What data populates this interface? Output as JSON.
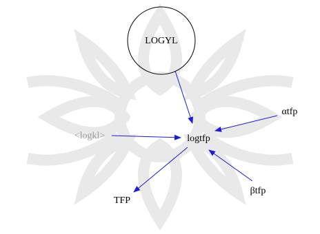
{
  "nodes": {
    "logyl": "LOGYL",
    "logkl": "<logkl>",
    "logtfp": "logtfp",
    "alpha": "αtfp",
    "beta": "βtfp",
    "tfp": "TFP"
  },
  "colors": {
    "edge": "#1a1ae0",
    "watermark": "#dcdcdc",
    "ghost_text": "#9a9a9a"
  }
}
